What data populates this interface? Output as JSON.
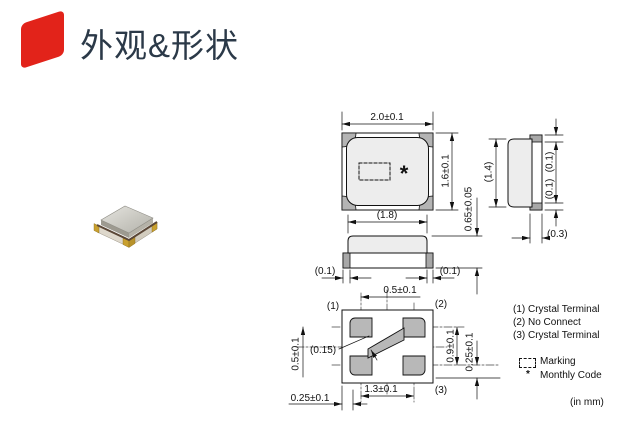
{
  "header": {
    "title": "外观&形状",
    "accent_color": "#e2231a",
    "title_color": "#2b3948"
  },
  "photo": {
    "description": "SMD crystal component photo"
  },
  "views": {
    "top": {
      "dim_width": "2.0±0.1",
      "dim_height": "1.6±0.1",
      "dim_total_height": "0.65±0.05",
      "marking_symbol": "*"
    },
    "front": {
      "dim_lid_width": "(1.8)",
      "dim_terminal_left": "(0.1)",
      "dim_terminal_right": "(0.1)"
    },
    "side": {
      "dim_body": "(1.4)",
      "dim_pad_top": "(0.1)",
      "dim_pad_bottom": "(0.1)",
      "dim_base": "(0.3)"
    },
    "bottom": {
      "dim_pad_offset_x": "0.5±0.1",
      "dim_pad_offset_y": "0.5±0.1",
      "dim_trace_width": "(0.15)",
      "dim_pad_height": "0.9±0.1",
      "dim_edge_y": "0.25±0.1",
      "dim_pitch_x": "1.3±0.1",
      "dim_edge_x": "0.25±0.1",
      "label_1": "(1)",
      "label_2": "(2)",
      "label_3": "(3)"
    }
  },
  "legend": {
    "terminals": [
      "(1) Crystal Terminal",
      "(2) No Connect",
      "(3) Crystal Terminal"
    ],
    "marking_label": "Marking",
    "monthly_code_symbol": "*",
    "monthly_code_label": "Monthly Code",
    "units_note": "(in mm)"
  }
}
